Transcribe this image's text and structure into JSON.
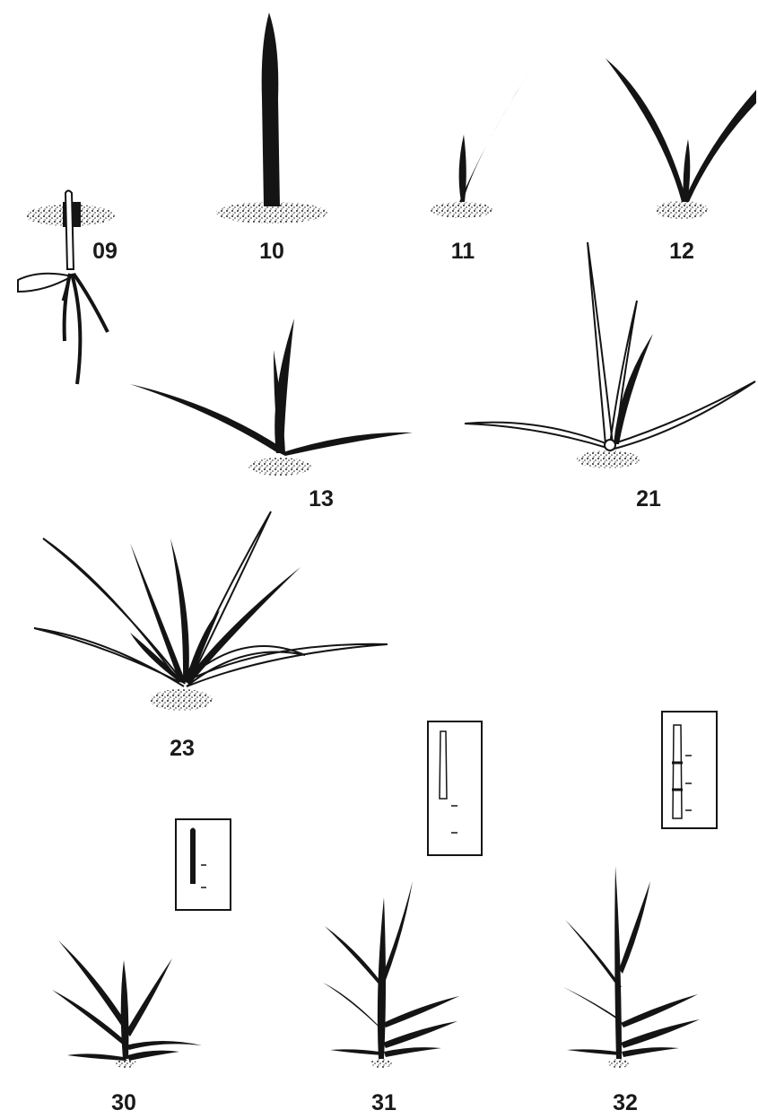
{
  "stages": [
    {
      "code": "09"
    },
    {
      "code": "10"
    },
    {
      "code": "11"
    },
    {
      "code": "12"
    },
    {
      "code": "13"
    },
    {
      "code": "21"
    },
    {
      "code": "23"
    },
    {
      "code": "30"
    },
    {
      "code": "31"
    },
    {
      "code": "32"
    }
  ],
  "colors": {
    "ink": "#141414",
    "paper": "#ffffff"
  }
}
